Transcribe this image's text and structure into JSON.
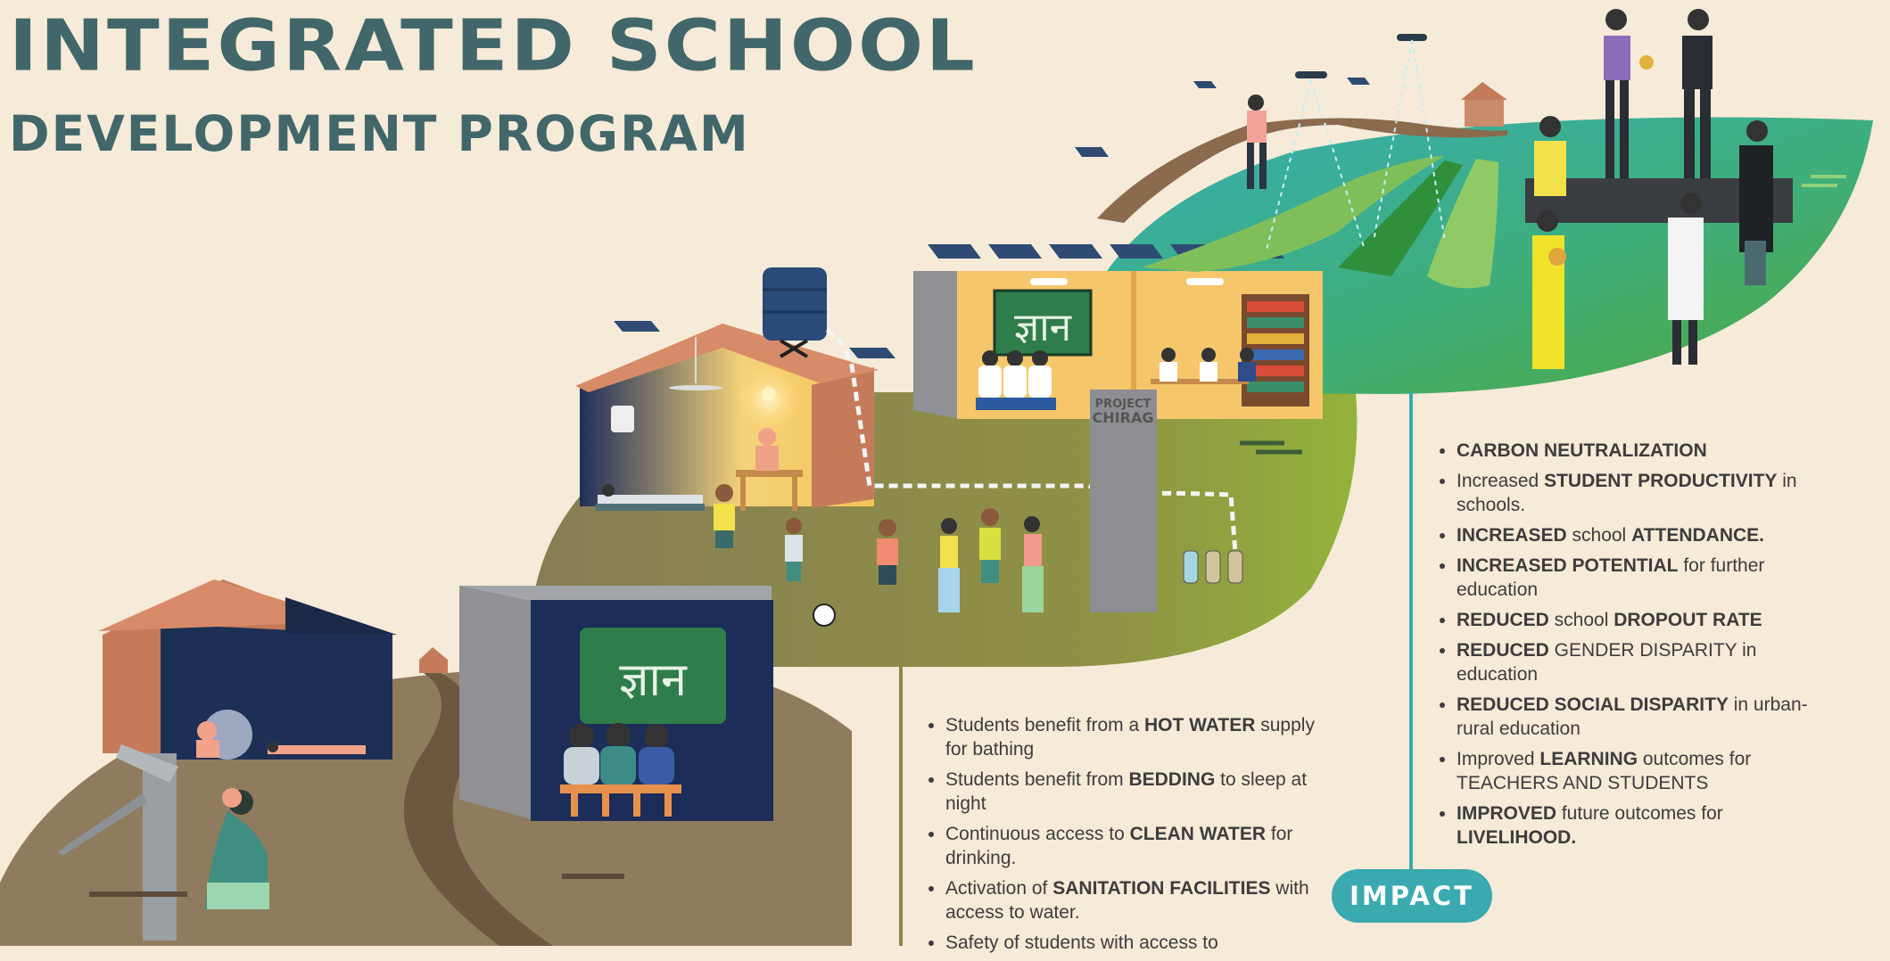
{
  "title": {
    "main": "INTEGRATED SCHOOL",
    "sub": "DEVELOPMENT PROGRAM"
  },
  "scene": {
    "chalkboard_word_old": "ज्ञान",
    "chalkboard_word_new": "ज्ञान",
    "brand_line1": "PROJECT",
    "brand_line2": "CHIRAG"
  },
  "benefits": [
    {
      "pre": "Students benefit from a ",
      "bold": "HOT WATER",
      "post": " supply for bathing"
    },
    {
      "pre": "Students benefit from ",
      "bold": "BEDDING",
      "post": " to sleep at night"
    },
    {
      "pre": "Continuous access to ",
      "bold": "CLEAN WATER",
      "post": " for drinking."
    },
    {
      "pre": "Activation of ",
      "bold": "SANITATION FACILITIES",
      "post": " with access to water."
    },
    {
      "pre": "Safety of students with access to",
      "bold": "",
      "post": ""
    }
  ],
  "impacts": [
    {
      "b1": "CARBON NEUTRALIZATION",
      "t1": "",
      "b2": "",
      "t2": ""
    },
    {
      "b1": "",
      "t1": "Increased ",
      "b2": "STUDENT PRODUCTIVITY",
      "t2": " in schools."
    },
    {
      "b1": "INCREASED",
      "t1": " school ",
      "b2": "ATTENDANCE.",
      "t2": ""
    },
    {
      "b1": "INCREASED POTENTIAL",
      "t1": " for further education",
      "b2": "",
      "t2": ""
    },
    {
      "b1": "REDUCED",
      "t1": " school ",
      "b2": "DROPOUT RATE",
      "t2": ""
    },
    {
      "b1": "REDUCED",
      "t1": " GENDER DISPARITY in education",
      "b2": "",
      "t2": ""
    },
    {
      "b1": "REDUCED SOCIAL DISPARITY",
      "t1": " in urban-rural education",
      "b2": "",
      "t2": ""
    },
    {
      "b1": "",
      "t1": "Improved ",
      "b2": "LEARNING",
      "t2": " outcomes for TEACHERS AND STUDENTS"
    },
    {
      "b1": "IMPROVED",
      "t1": " future outcomes for ",
      "b2": "LIVELIHOOD.",
      "t2": ""
    }
  ],
  "badge": {
    "label": "IMPACT"
  },
  "colors": {
    "background": "#f6ead8",
    "title": "#42676a",
    "ground_1": "#8f7c5f",
    "ground_2": "#8a8651",
    "ground_3": "#3aaab0",
    "ground_3b": "#49a640",
    "badge": "#3aaab0",
    "text": "#3d3d3d"
  }
}
